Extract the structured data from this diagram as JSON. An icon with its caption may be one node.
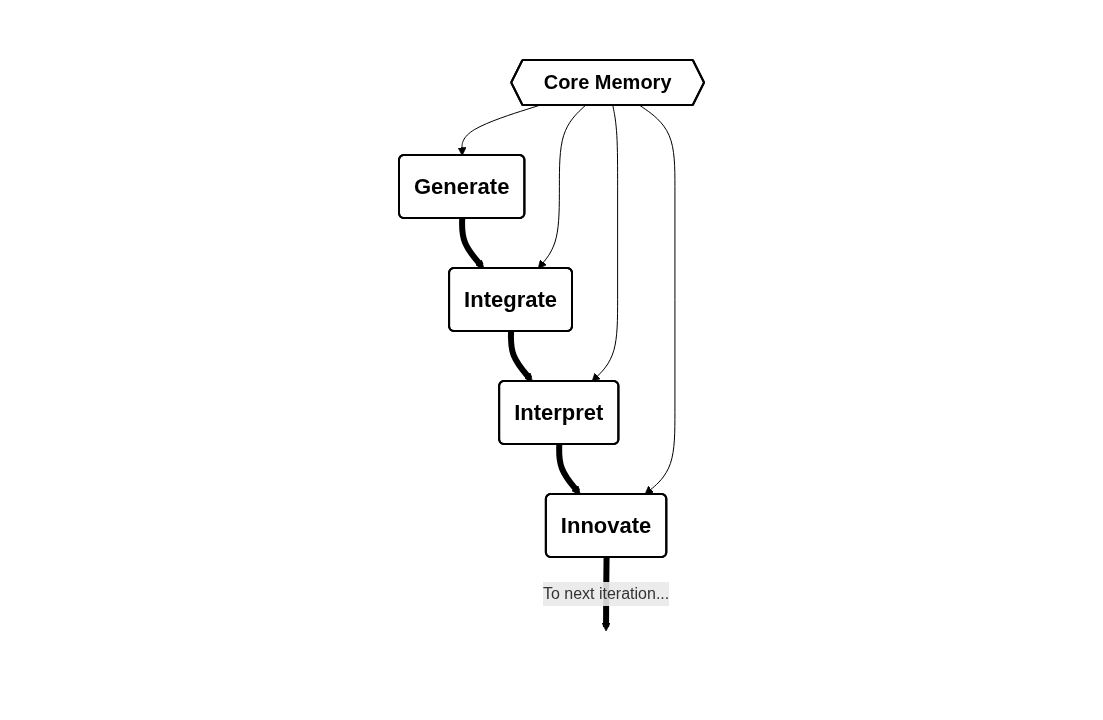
{
  "diagram": {
    "nodes": [
      {
        "text": [
          "Generate"
        ]
      },
      {
        "text": [
          "Integrate"
        ]
      },
      {
        "text": [
          "Interpret"
        ]
      },
      {
        "text": [
          "Innovate"
        ]
      },
      {
        "text": [
          "Core Memory"
        ]
      }
    ],
    "edges": [
      {
        "from": 0,
        "to": 1,
        "arrow": "to",
        "style": "thick"
      },
      {
        "from": 1,
        "to": 2,
        "arrow": "to",
        "style": "thick"
      },
      {
        "from": 2,
        "to": 3,
        "arrow": "to",
        "style": "thick"
      },
      {
        "from": 3,
        "to": null,
        "arrow": "to",
        "style": "thick",
        "label": "To next iteration..."
      },
      {
        "from": 4,
        "to": 0,
        "arrow": "to"
      },
      {
        "from": 4,
        "to": 1,
        "arrow": "to"
      },
      {
        "from": 4,
        "to": 2,
        "arrow": "to"
      },
      {
        "from": 4,
        "to": 3,
        "arrow": "to"
      }
    ]
  }
}
